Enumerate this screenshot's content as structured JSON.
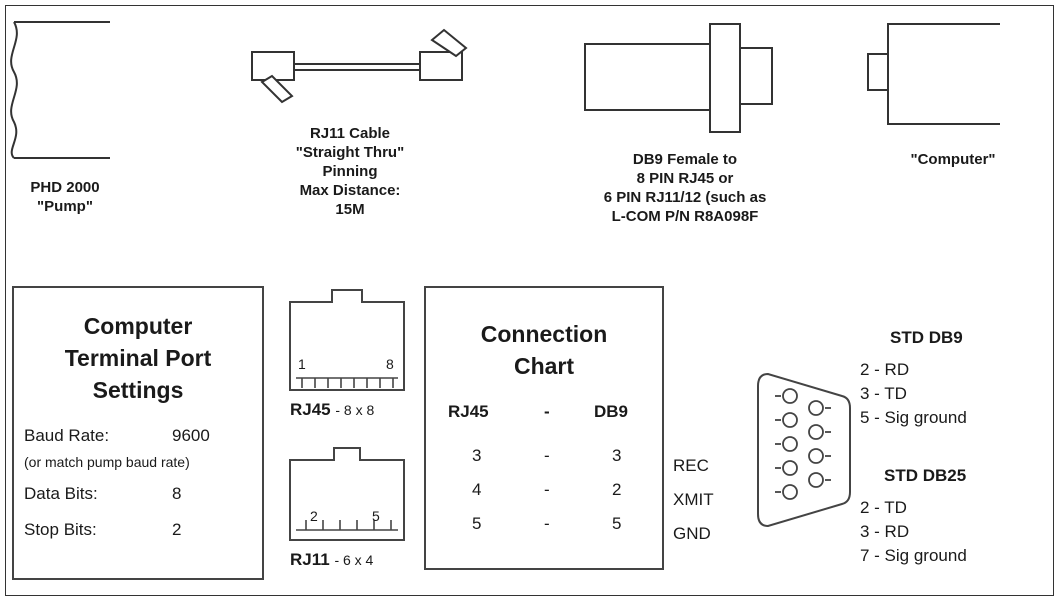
{
  "top_labels": {
    "pump": "PHD 2000\n\"Pump\"",
    "cable": "RJ11 Cable\n\"Straight Thru\"\nPinning\nMax Distance:\n15M",
    "adapter": "DB9 Female to\n8 PIN RJ45 or\n6 PIN RJ11/12 (such as\nL-COM P/N R8A098F",
    "computer": "\"Computer\""
  },
  "settings": {
    "title": "Computer\nTerminal Port\nSettings",
    "rows": [
      {
        "label": "Baud Rate:",
        "value": "9600"
      },
      {
        "label": "(or match pump baud rate)",
        "value": ""
      },
      {
        "label": "Data Bits:",
        "value": "8"
      },
      {
        "label": "Stop Bits:",
        "value": "2"
      }
    ]
  },
  "rj45": {
    "label": "RJ45",
    "suffix": "- 8 x 8",
    "pin_first": "1",
    "pin_last": "8"
  },
  "rj11": {
    "label": "RJ11",
    "suffix": "- 6 x 4",
    "pin_first": "2",
    "pin_last": "5"
  },
  "chart": {
    "title": "Connection\nChart",
    "header": {
      "left": "RJ45",
      "dash": "-",
      "right": "DB9"
    },
    "rows": [
      {
        "rj45": "3",
        "dash": "-",
        "db9": "3",
        "signal": "REC"
      },
      {
        "rj45": "4",
        "dash": "-",
        "db9": "2",
        "signal": "XMIT"
      },
      {
        "rj45": "5",
        "dash": "-",
        "db9": "5",
        "signal": "GND"
      }
    ]
  },
  "db9_std": {
    "title": "STD DB9",
    "pins": [
      "2  -  RD",
      "3  -  TD",
      "5  -  Sig ground"
    ]
  },
  "db25_std": {
    "title": "STD DB25",
    "pins": [
      "2  -  TD",
      "3  -  RD",
      "7  -  Sig ground"
    ]
  }
}
